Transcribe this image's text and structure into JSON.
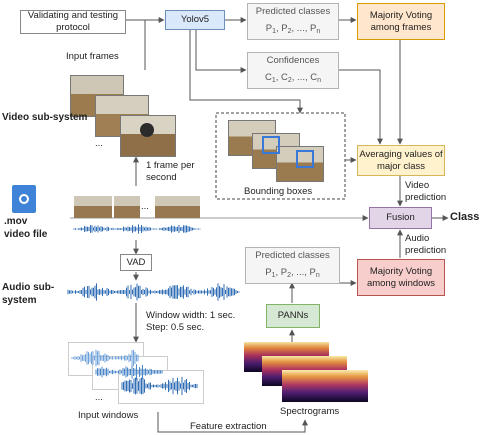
{
  "validating_box": "Validating and testing protocol",
  "yolo_box": "Yolov5",
  "predicted_classes_top": "Predicted classes",
  "pred_top_terms": [
    "P",
    "1",
    ", P",
    "2",
    ", ..., P",
    "n"
  ],
  "confidences_title": "Confidences",
  "conf_terms": [
    "C",
    "1",
    ", C",
    "2",
    ", ..., C",
    "n"
  ],
  "majority_voting_frames": "Majority Voting among frames",
  "input_frames": "Input frames",
  "video_subsystem": "Video sub-system",
  "bounding_boxes": "Bounding boxes",
  "averaging_box": "Averaging values of major class",
  "one_frame_per_second": "1 frame per second",
  "ellipsis": "...",
  "mov_label": ".mov video file",
  "video_prediction": "Video prediction",
  "fusion": "Fusion",
  "class_label": "Class",
  "vad": "VAD",
  "audio_prediction": "Audio prediction",
  "predicted_classes_bottom": "Predicted classes",
  "pred_bottom_terms": [
    "P",
    "1",
    ", P",
    "2",
    ", ..., P",
    "n"
  ],
  "majority_voting_windows": "Majority Voting among windows",
  "audio_subsystem": "Audio sub-system",
  "window_width": "Window width: 1 sec.",
  "step": "Step: 0.5 sec.",
  "panns": "PANNs",
  "input_windows": "Input windows",
  "feature_extraction": "Feature extraction",
  "spectrograms": "Spectrograms",
  "colors": {
    "blue_fill": "#dae8fc",
    "blue_border": "#6c8ebf",
    "orange_fill": "#ffe6cc",
    "orange_border": "#d79b00",
    "yellow_fill": "#fff2cc",
    "yellow_border": "#d6b656",
    "gray_fill": "#f5f5f5",
    "gray_border": "#b3b3b3",
    "purple_fill": "#e1d5e7",
    "purple_border": "#9673a6",
    "green_fill": "#d5e8d4",
    "green_border": "#82b366",
    "red_fill": "#f8cecc",
    "red_border": "#b85450",
    "waveform": "#2f6db5",
    "arrow": "#555555"
  }
}
